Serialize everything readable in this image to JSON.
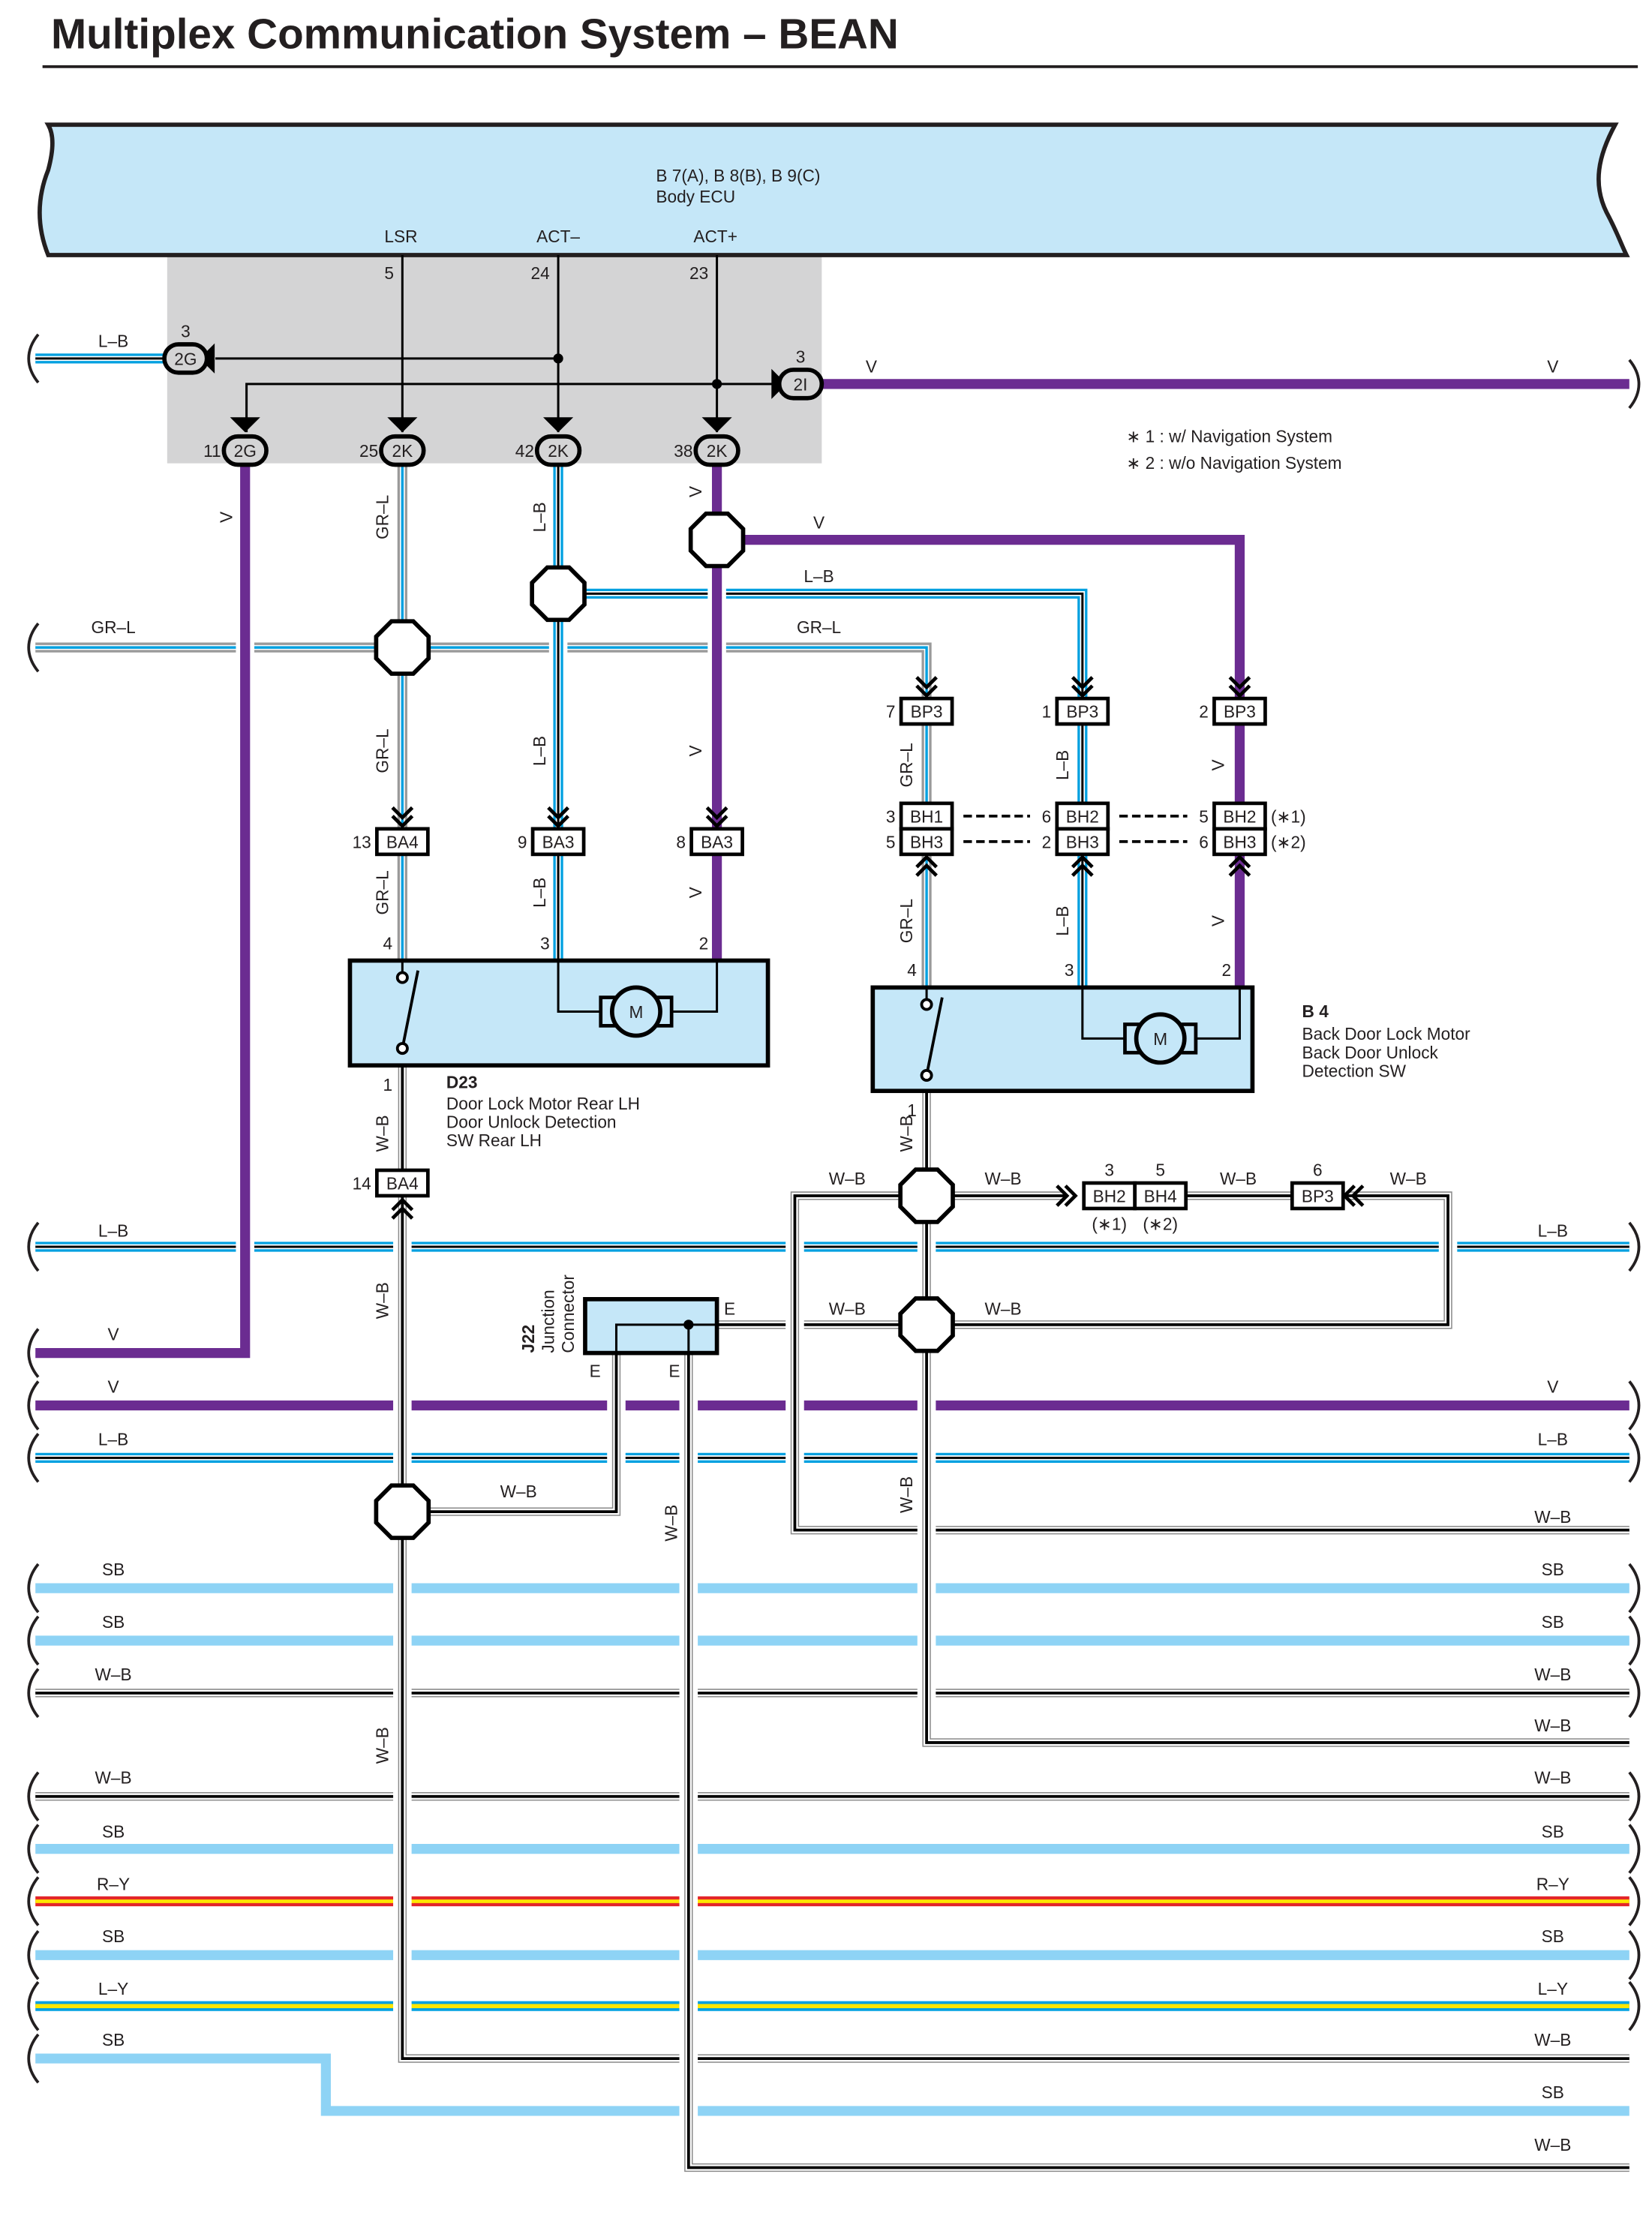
{
  "title": "Multiplex Communication System – BEAN",
  "ecu": {
    "code": "B 7(A), B 8(B), B 9(C)",
    "name": "Body ECU",
    "terminals": [
      "LSR",
      "ACT–",
      "ACT+"
    ],
    "pins": [
      "5",
      "24",
      "23"
    ]
  },
  "notes": [
    "∗ 1 : w/ Navigation System",
    "∗ 2 : w/o Navigation System"
  ],
  "connectors": [
    {
      "id": "2G",
      "pin": "3"
    },
    {
      "id": "2I",
      "pin": "3"
    },
    {
      "id": "2G",
      "pin": "11"
    },
    {
      "id": "2K",
      "pin": "25"
    },
    {
      "id": "2K",
      "pin": "42"
    },
    {
      "id": "2K",
      "pin": "38"
    },
    {
      "id": "BP3",
      "pin": "7"
    },
    {
      "id": "BP3",
      "pin": "1"
    },
    {
      "id": "BP3",
      "pin": "2"
    },
    {
      "id": "BH1",
      "pin": "3"
    },
    {
      "id": "BH2",
      "pin": "6"
    },
    {
      "id": "BH2",
      "pin": "5",
      "suffix": "(∗1)"
    },
    {
      "id": "BH3",
      "pin": "5"
    },
    {
      "id": "BH3",
      "pin": "2"
    },
    {
      "id": "BH3",
      "pin": "6",
      "suffix": "(∗2)"
    },
    {
      "id": "BA4",
      "pin": "13"
    },
    {
      "id": "BA3",
      "pin": "9"
    },
    {
      "id": "BA3",
      "pin": "8"
    },
    {
      "id": "BA4",
      "pin": "14"
    },
    {
      "id": "BH2",
      "pin": "3",
      "suffix": "(∗1)"
    },
    {
      "id": "BH4",
      "pin": "5",
      "suffix": "(∗2)"
    },
    {
      "id": "BP3",
      "pin": "6"
    }
  ],
  "components": {
    "d23": {
      "code": "D23",
      "lines": [
        "Door Lock Motor Rear LH",
        "Door Unlock Detection",
        "SW Rear LH"
      ],
      "pins": [
        "4",
        "3",
        "2",
        "1"
      ]
    },
    "b4": {
      "code": "B 4",
      "lines": [
        "Back Door Lock Motor",
        "Back Door Unlock",
        "Detection SW"
      ],
      "pins": [
        "4",
        "3",
        "2",
        "1"
      ]
    },
    "j22": {
      "code": "J22",
      "lines": [
        "Junction",
        "Connector"
      ],
      "terminals": [
        "E",
        "E",
        "E"
      ]
    },
    "motor_label": "M"
  },
  "wire_labels": [
    "L–B",
    "V",
    "V",
    "V",
    "GR–L",
    "L–B",
    "V",
    "V",
    "L–B",
    "GR–L",
    "GR–L",
    "GR–L",
    "L–B",
    "V",
    "GR–L",
    "L–B",
    "V",
    "GR–L",
    "L–B",
    "V",
    "GR–L",
    "L–B",
    "V",
    "W–B",
    "W–B",
    "W–B",
    "W–B",
    "W–B",
    "W–B",
    "W–B",
    "W–B",
    "W–B",
    "W–B",
    "W–B",
    "W–B",
    "W–B"
  ],
  "bus_left_labels": [
    "L–B",
    "V",
    "V",
    "L–B",
    "SB",
    "SB",
    "W–B",
    "W–B",
    "SB",
    "R–Y",
    "SB",
    "L–Y",
    "SB"
  ],
  "bus_right_labels": [
    "L–B",
    "V",
    "L–B",
    "W–B",
    "SB",
    "SB",
    "W–B",
    "W–B",
    "W–B",
    "SB",
    "R–Y",
    "SB",
    "L–Y",
    "W–B",
    "SB",
    "W–B"
  ],
  "colors": {
    "ecu_fill": "#c5e7f8",
    "ecu_shade": "#d4d4d5",
    "wire_L": "#00a0e0",
    "wire_V": "#6b2c91",
    "wire_SB": "#8ed3f5",
    "wire_R": "#e3262a",
    "wire_Y": "#ffe600",
    "wire_GR": "#9a9a9a"
  }
}
